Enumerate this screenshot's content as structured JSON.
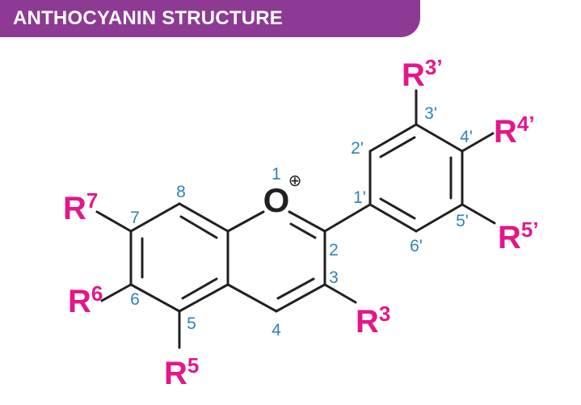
{
  "header": {
    "title": "ANTHOCYANIN STRUCTURE"
  },
  "colors": {
    "banner": "#8c3a93",
    "substituent": "#e3178a",
    "atom_number": "#2f82b9",
    "bond": "#231f20",
    "oxygen": "#231f20"
  },
  "diagram": {
    "oxygen": {
      "symbol": "O",
      "charge": "⊕"
    },
    "atom_numbers": {
      "n1": "1",
      "n2": "2",
      "n3": "3",
      "n4": "4",
      "n5": "5",
      "n6": "6",
      "n7": "7",
      "n8": "8",
      "n1p": "1'",
      "n2p": "2'",
      "n3p": "3'",
      "n4p": "4'",
      "n5p": "5'",
      "n6p": "6'"
    },
    "substituents": {
      "r3": {
        "base": "R",
        "sup": "3"
      },
      "r5": {
        "base": "R",
        "sup": "5"
      },
      "r6": {
        "base": "R",
        "sup": "6"
      },
      "r7": {
        "base": "R",
        "sup": "7"
      },
      "r3p": {
        "base": "R",
        "sup": "3’"
      },
      "r4p": {
        "base": "R",
        "sup": "4’"
      },
      "r5p": {
        "base": "R",
        "sup": "5’"
      }
    }
  }
}
